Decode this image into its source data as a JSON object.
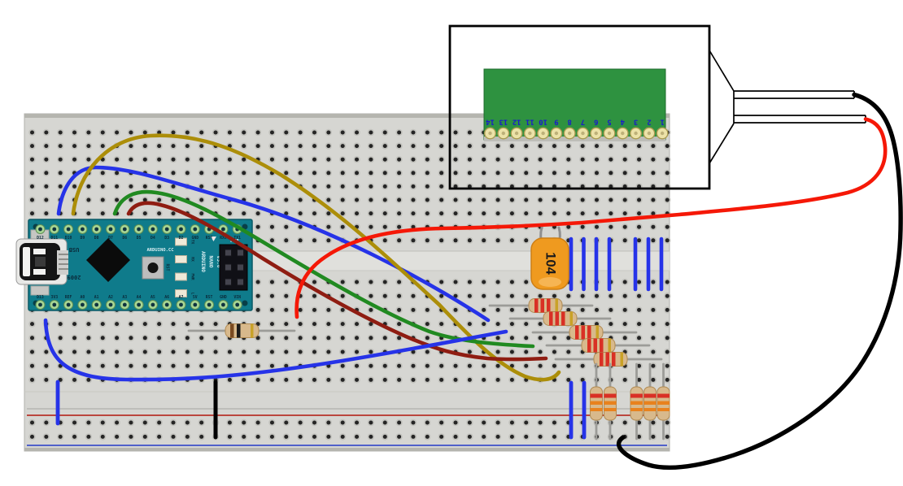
{
  "scene": {
    "background": "#ffffff"
  },
  "breadboard": {
    "body_color": "#d6d6d2",
    "edge_color": "#b2b2ac",
    "channel_color": "#e0e0dc",
    "hole_ring_color": "#c2c2bd",
    "hole_color": "#242424",
    "rail_red_line": "#b73229",
    "rail_blue_line": "#3c50c8",
    "divider_line": "#b0b0ab"
  },
  "arduino": {
    "board_color": "#0f7b8b",
    "board_edge_color": "#0a5a66",
    "pad_color": "#a8d795",
    "silk_color": "#d7edf1",
    "dark_label_color": "#0b2b3b",
    "top_pins": [
      "D12",
      "D11",
      "D10",
      "D9",
      "D8",
      "D7",
      "D6",
      "D5",
      "D4",
      "D3",
      "D2",
      "GND",
      "RST",
      "RX0",
      "TX1"
    ],
    "bottom_pins": [
      "D13",
      "3V3",
      "REF",
      "A0",
      "A1",
      "A2",
      "A3",
      "A4",
      "A5",
      "A6",
      "A7",
      "5V",
      "RST",
      "GND",
      "VIN"
    ],
    "brand_label": "ARDUINO.CC",
    "reset_label": "RST",
    "icsp_label": "ICSP",
    "led_labels": [
      "TX",
      "RX",
      "PWR",
      "L"
    ],
    "model_labels": [
      "ARDUINO",
      "NANO",
      "V3.0"
    ],
    "usb_label": "USB",
    "year_label": "2009"
  },
  "display_module": {
    "board_color": "#2e9240",
    "board_edge_color": "#1f6b2d",
    "pin_color": "#ece2a8",
    "pin_ring_color": "#a89a50",
    "pin_number_color": "#1a1acd",
    "pin_numbers": [
      "1",
      "2",
      "3",
      "4",
      "5",
      "6",
      "7",
      "8",
      "9",
      "10",
      "11",
      "12",
      "13",
      "14"
    ]
  },
  "capacitor": {
    "label": "104",
    "body_color": "#ef9a1f",
    "body_edge_color": "#ce7f15",
    "lead_color": "#8f8f8f"
  },
  "resistors": {
    "body_color": "#d8b98c",
    "body_edge_color": "#b08a52",
    "lead_color": "#9c9c98",
    "horizontal_bands": [
      "red",
      "red",
      "red",
      "gold"
    ],
    "vertical_bands": [
      "red",
      "orange",
      "orange"
    ],
    "small_bands": [
      "brown",
      "black",
      "gold"
    ],
    "band_palette": {
      "red": "#d93025",
      "orange": "#e8821e",
      "gold": "#c9a227",
      "brown": "#7a4a21",
      "black": "#1a1a1a"
    }
  },
  "wires": {
    "blue": "#2633e8",
    "yellow": "#ac8e09",
    "green": "#218a21",
    "dark_red": "#8f1d12",
    "red": "#f51807",
    "black": "#000000"
  },
  "callout": {
    "line_color": "#000000"
  }
}
